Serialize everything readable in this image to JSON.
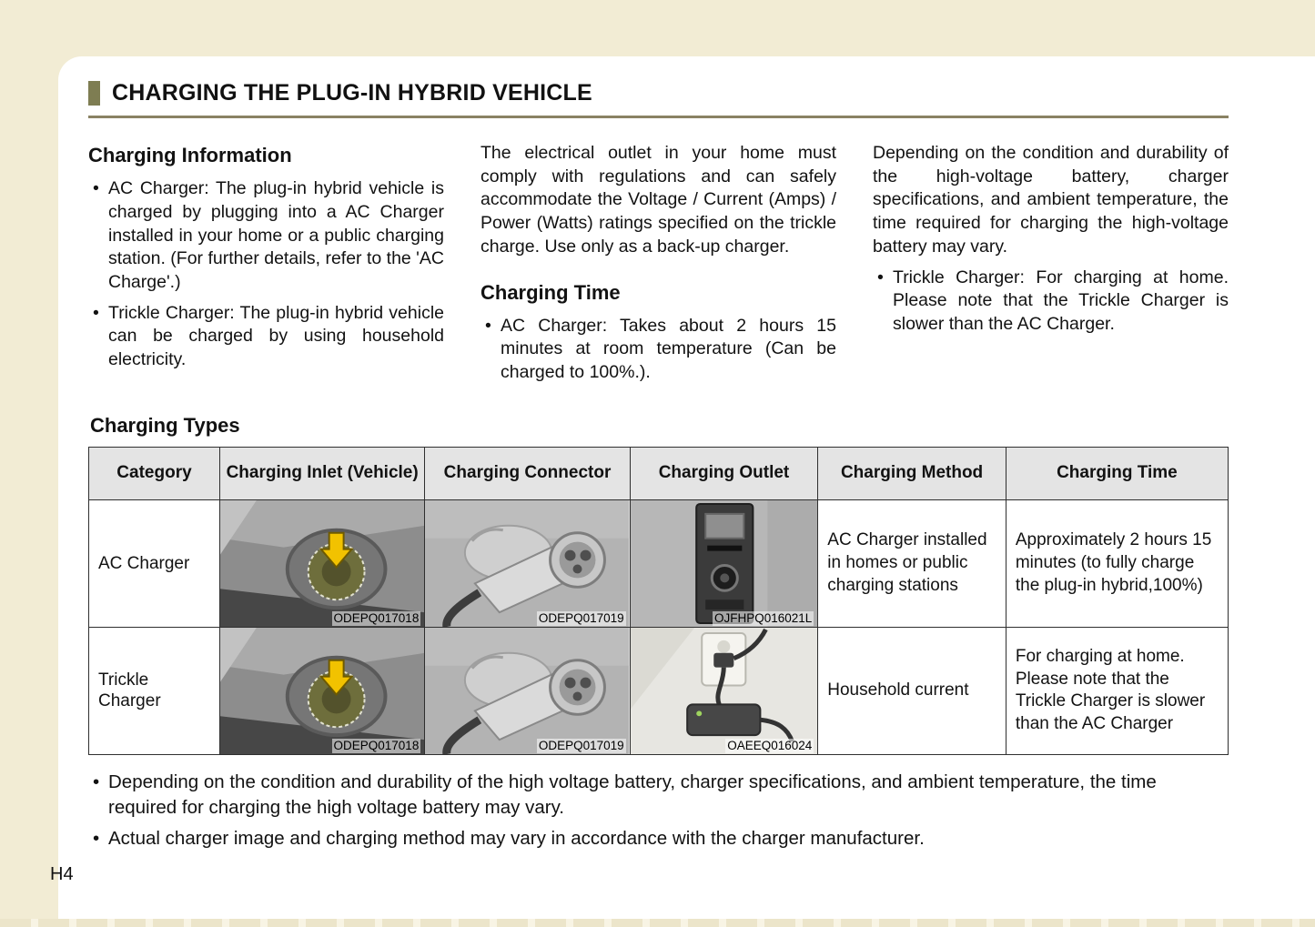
{
  "page": {
    "title": "CHARGING THE PLUG-IN HYBRID VEHICLE",
    "number": "H4"
  },
  "colors": {
    "page_background": "#f2ecd4",
    "accent_olive": "#7e7d52",
    "title_rule": "#8a8263",
    "table_header_bg": "#e4e4e4",
    "highlight_arrow_yellow": "#f2c200"
  },
  "columns": {
    "col1": {
      "heading": "Charging Information",
      "bullets": [
        "AC Charger: The plug-in hybrid vehicle is charged by plugging into a AC Charger installed in your home or a public charging station. (For further details, refer to the 'AC Charge'.)",
        "Trickle Charger: The plug-in hybrid vehicle can be charged by using household electricity."
      ]
    },
    "col2": {
      "para": "The electrical outlet in your home must comply with regulations and can safely accommodate the Voltage / Current (Amps) / Power (Watts) ratings specified on the trickle charge. Use only as a back-up charger.",
      "heading": "Charging Time",
      "bullets": [
        "AC Charger: Takes about 2 hours 15 minutes at room temperature (Can be charged to 100%.)."
      ]
    },
    "col3": {
      "para": "Depending on the condition and durability of the high-voltage battery, charger specifications, and ambient temperature, the time required for charging the high-voltage battery may vary.",
      "bullets": [
        "Trickle Charger: For charging at home. Please note that the Trickle Charger is slower than the AC Charger."
      ]
    }
  },
  "charging_types": {
    "heading": "Charging Types",
    "table": {
      "headers": [
        "Category",
        "Charging Inlet (Vehicle)",
        "Charging Connector",
        "Charging Outlet",
        "Charging Method",
        "Charging Time"
      ],
      "rows": [
        {
          "category": "AC Charger",
          "inlet_caption": "ODEPQ017018",
          "connector_caption": "ODEPQ017019",
          "outlet_caption": "OJFHPQ016021L",
          "method": "AC Charger installed in homes or public charging stations",
          "time": "Approximately 2 hours 15 minutes (to fully charge the plug-in hybrid,100%)"
        },
        {
          "category": "Trickle Charger",
          "inlet_caption": "ODEPQ017018",
          "connector_caption": "ODEPQ017019",
          "outlet_caption": "OAEEQ016024",
          "method": "Household current",
          "time": "For charging at home. Please note that the Trickle Charger is slower than the AC Charger"
        }
      ]
    }
  },
  "footnotes": [
    "Depending on the condition and durability of the high voltage battery, charger specifications, and ambient temperature, the time required for charging the high voltage battery may vary.",
    "Actual charger image and charging method may vary in accordance with the charger manufacturer."
  ]
}
